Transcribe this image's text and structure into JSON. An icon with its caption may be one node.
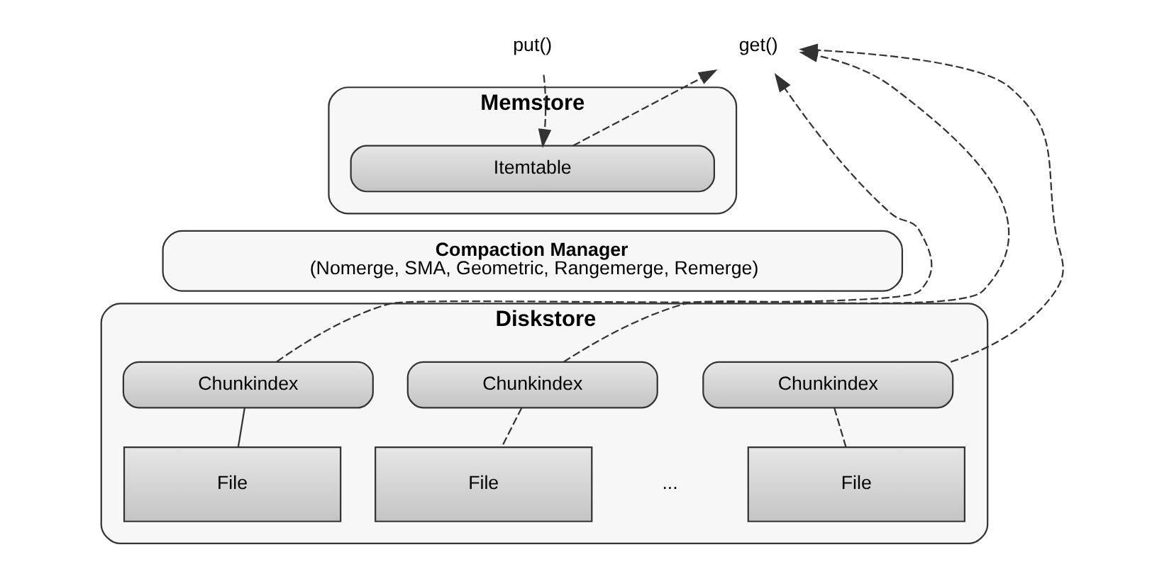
{
  "diagram": {
    "nodes": [
      {
        "text": [
          "put()"
        ]
      },
      {
        "text": [
          "Memstore"
        ]
      },
      {
        "text": [
          "Itemtable"
        ],
        "in": 1
      },
      {
        "text": [
          "get()"
        ]
      },
      {
        "text": [
          "Compaction Manager",
          "(Nomerge, SMA, Geometric, Rangemerge, Remerge)"
        ]
      },
      {
        "text": [
          "Diskstore"
        ]
      },
      {
        "text": [
          "Chunkindex"
        ],
        "in": 5
      },
      {
        "text": [
          "File"
        ],
        "in": 5
      },
      {
        "text": [
          "Chunkindex"
        ],
        "in": 5
      },
      {
        "text": [
          "File"
        ],
        "in": 5
      },
      {
        "text": [
          "Chunkindex"
        ],
        "in": 5
      },
      {
        "text": [
          "File"
        ],
        "in": 5
      }
    ],
    "edges": [
      {
        "from": 0,
        "to": 2,
        "arrow": "to",
        "style": "dashed"
      },
      {
        "from": 2,
        "to": 3,
        "arrow": "to",
        "style": "dashed"
      },
      {
        "from": 6,
        "to": 3,
        "arrow": "to",
        "style": "dashed"
      },
      {
        "from": 8,
        "to": 3,
        "arrow": "to",
        "style": "dashed"
      },
      {
        "from": 10,
        "to": 3,
        "arrow": "to",
        "style": "dashed"
      },
      {
        "from": 6,
        "to": 7,
        "arrow": "none"
      },
      {
        "from": 8,
        "to": 9,
        "arrow": "none",
        "style": "dashed"
      },
      {
        "from": 10,
        "to": 11,
        "arrow": "none",
        "style": "dashed"
      }
    ],
    "labels": [
      "..."
    ]
  }
}
